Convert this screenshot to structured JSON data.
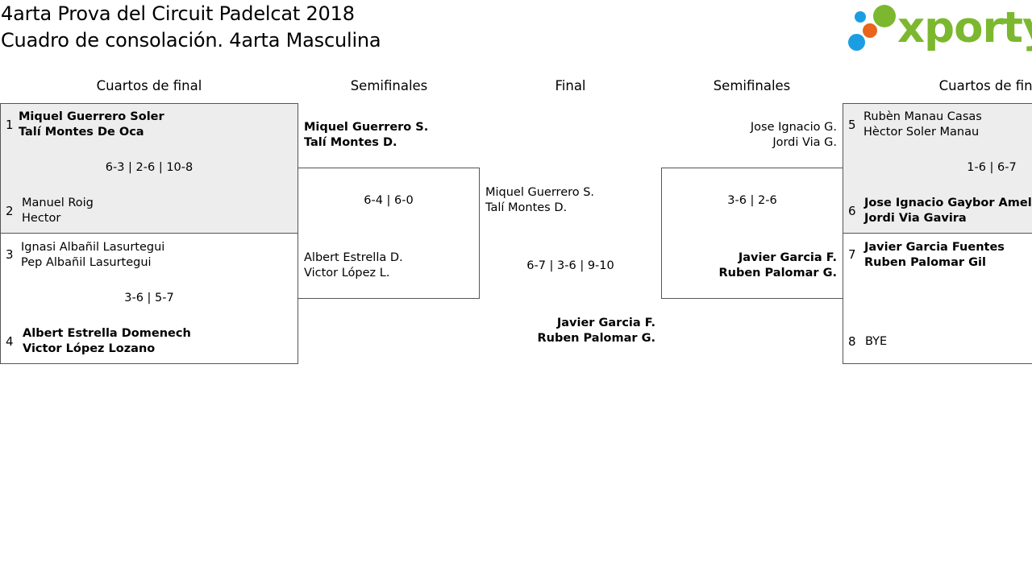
{
  "header": {
    "title_line1": "4arta Prova del Circuit Padelcat 2018",
    "title_line2": "Cuadro de consolación. 4arta Masculina",
    "logo_text": "xporty",
    "logo_colors": [
      "#1b9ee1",
      "#e8651b",
      "#7cb82f"
    ]
  },
  "columns": [
    "Cuartos de final",
    "Semifinales",
    "Final",
    "Semifinales",
    "Cuartos de final"
  ],
  "quarterfinals_left": [
    {
      "top": {
        "seed": "1",
        "player1": "Miquel Guerrero Soler",
        "player2": "Talí Montes De Oca"
      },
      "score": "6-3 | 2-6 | 10-8",
      "bottom": {
        "seed": "2",
        "player1": "Manuel Roig",
        "player2": "Hector"
      }
    },
    {
      "top": {
        "seed": "3",
        "player1": "Ignasi Albañil Lasurtegui",
        "player2": "Pep Albañil Lasurtegui"
      },
      "score": "3-6 | 5-7",
      "bottom": {
        "seed": "4",
        "player1": "Albert Estrella Domenech",
        "player2": "Victor López Lozano"
      }
    }
  ],
  "semifinal_left": {
    "top": {
      "player1": "Miquel Guerrero S.",
      "player2": "Talí Montes D."
    },
    "score": "6-4 | 6-0",
    "bottom": {
      "player1": "Albert Estrella D.",
      "player2": "Victor López L."
    }
  },
  "final": {
    "top": {
      "player1": "Miquel Guerrero S.",
      "player2": "Talí Montes D."
    },
    "score": "6-7 | 3-6 | 9-10",
    "bottom": {
      "player1": "Javier Garcia F.",
      "player2": "Ruben Palomar G."
    }
  },
  "semifinal_right": {
    "top": {
      "player1": "Jose Ignacio G.",
      "player2": "Jordi Via G."
    },
    "score": "3-6 | 2-6",
    "bottom": {
      "player1": "Javier Garcia F.",
      "player2": "Ruben Palomar G."
    }
  },
  "quarterfinals_right": [
    {
      "top": {
        "seed": "5",
        "player1": "Rubèn Manau Casas",
        "player2": "Hèctor Soler Manau"
      },
      "score": "1-6 | 6-7",
      "bottom": {
        "seed": "6",
        "player1": "Jose Ignacio Gaybor Amello",
        "player2": "Jordi Via Gavira"
      }
    },
    {
      "top": {
        "seed": "7",
        "player1": "Javier Garcia Fuentes",
        "player2": "Ruben Palomar Gil"
      },
      "score": "",
      "bottom": {
        "seed": "8",
        "player1": "BYE",
        "player2": ""
      }
    }
  ]
}
